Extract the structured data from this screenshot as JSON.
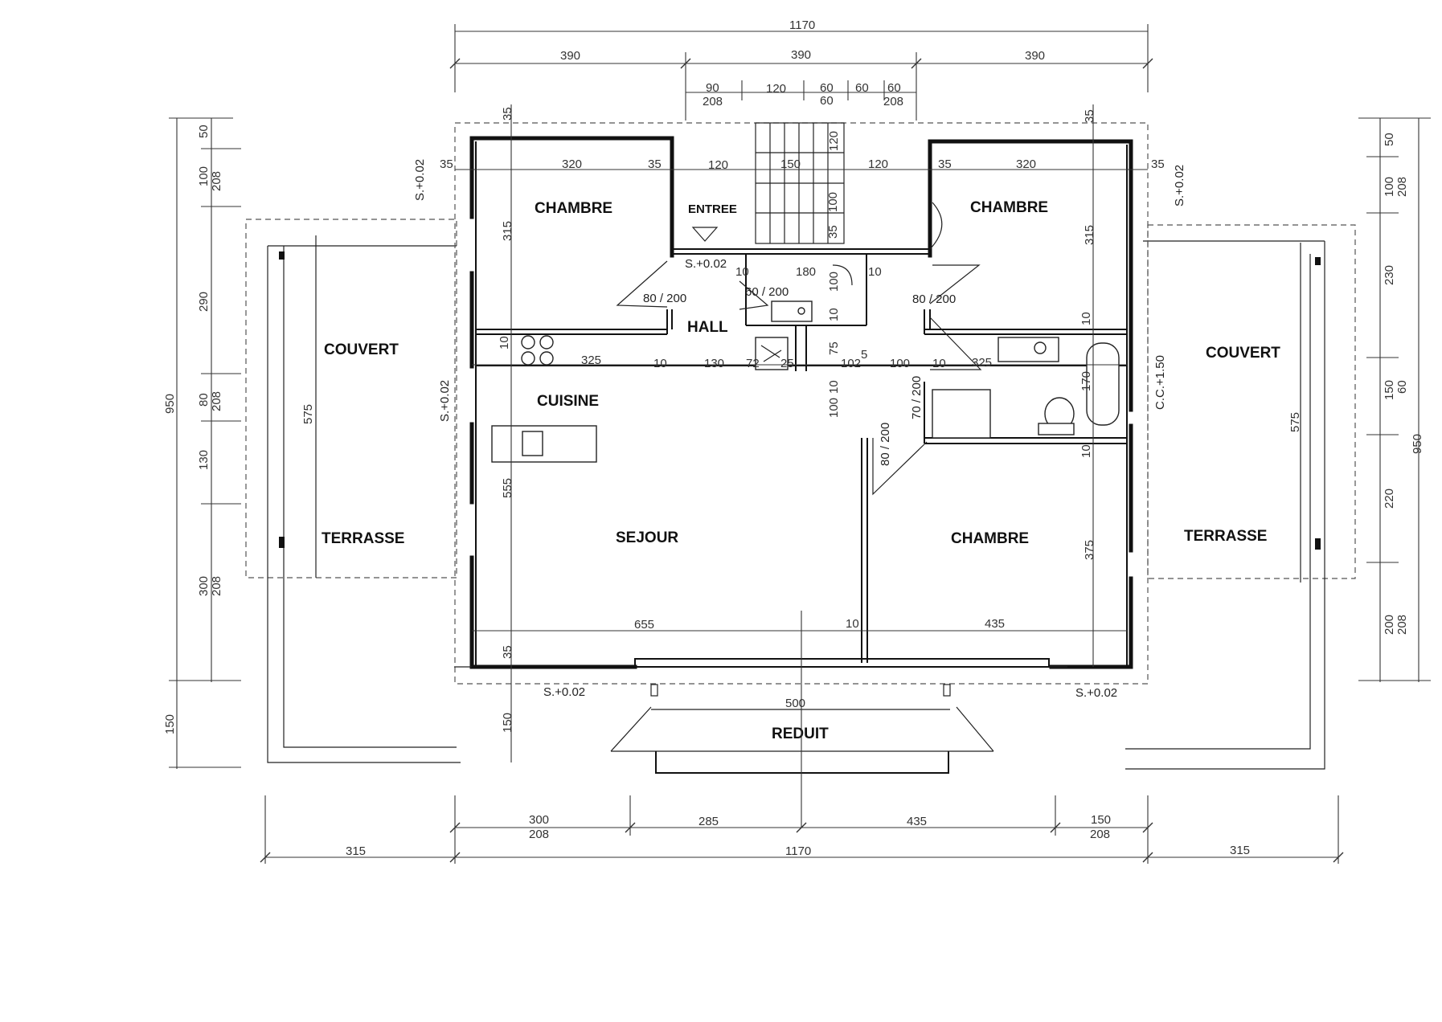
{
  "rooms": {
    "chambre_nw": "CHAMBRE",
    "chambre_ne": "CHAMBRE",
    "chambre_se": "CHAMBRE",
    "entree": "ENTREE",
    "hall": "HALL",
    "cuisine": "CUISINE",
    "sejour": "SEJOUR",
    "couvert_w": "COUVERT",
    "terrasse_w": "TERRASSE",
    "couvert_e": "COUVERT",
    "terrasse_e": "TERRASSE",
    "reduit": "REDUIT"
  },
  "levels": {
    "w_upper": "S.+0.02",
    "w_lower": "S.+0.02",
    "e_upper": "S.+0.02",
    "hall": "S.+0.02",
    "sw": "S.+0.02",
    "se": "S.+0.02",
    "cc": "C.C.+1.50"
  },
  "doors": {
    "d1": "80 / 200",
    "d2": "80 / 200",
    "d3": "60 / 200",
    "d4": "70 / 200",
    "d5": "80 / 200"
  },
  "dims_top": {
    "total_cut": "1170",
    "a": "390",
    "b": "390",
    "c": "390",
    "s1": "90",
    "s1b": "208",
    "s2": "120",
    "s3": "60",
    "s3b": "60",
    "s4": "60",
    "s5": "60",
    "s5b": "208"
  },
  "dims_internal": {
    "w35a": "35",
    "w320a": "320",
    "w35b": "35",
    "w120a": "120",
    "w150": "150",
    "w120b": "120",
    "w35c": "35",
    "w320b": "320",
    "w35d": "35",
    "w35e": "35",
    "v35a": "35",
    "v35b": "35",
    "v315a": "315",
    "v315b": "315",
    "k10": "10",
    "k325": "325",
    "k10b": "10",
    "k130": "130",
    "k72": "72",
    "k25": "25",
    "k102": "102",
    "k5": "5",
    "k100": "100",
    "k10c": "10",
    "k325b": "325",
    "st120": "120",
    "st100": "100",
    "st35": "35",
    "b10a": "10",
    "b180": "180",
    "b10b": "10",
    "b100": "100",
    "b10c": "10",
    "h75": "75",
    "h10": "10",
    "h100": "100",
    "e10": "10",
    "e170": "170",
    "e10b": "10",
    "v555": "555",
    "v375": "375",
    "s655": "655",
    "s10": "10",
    "s435": "435",
    "s35": "35",
    "r500": "500",
    "r150": "150"
  },
  "dims_left": {
    "t50": "50",
    "t100": "100",
    "t208a": "208",
    "t290": "290",
    "t80": "80",
    "t208b": "208",
    "t130": "130",
    "t300": "300",
    "t208c": "208",
    "t150": "150",
    "total": "950",
    "t575": "575"
  },
  "dims_right": {
    "t50": "50",
    "t100": "100",
    "t208a": "208",
    "t230": "230",
    "t150": "150",
    "t60": "60",
    "t220": "220",
    "t200": "200",
    "t208b": "208",
    "total": "950",
    "t575": "575"
  },
  "dims_bottom": {
    "a300": "300",
    "a208": "208",
    "b285": "285",
    "c435": "435",
    "d150": "150",
    "d208": "208",
    "l315": "315",
    "total": "1170",
    "r315": "315"
  }
}
